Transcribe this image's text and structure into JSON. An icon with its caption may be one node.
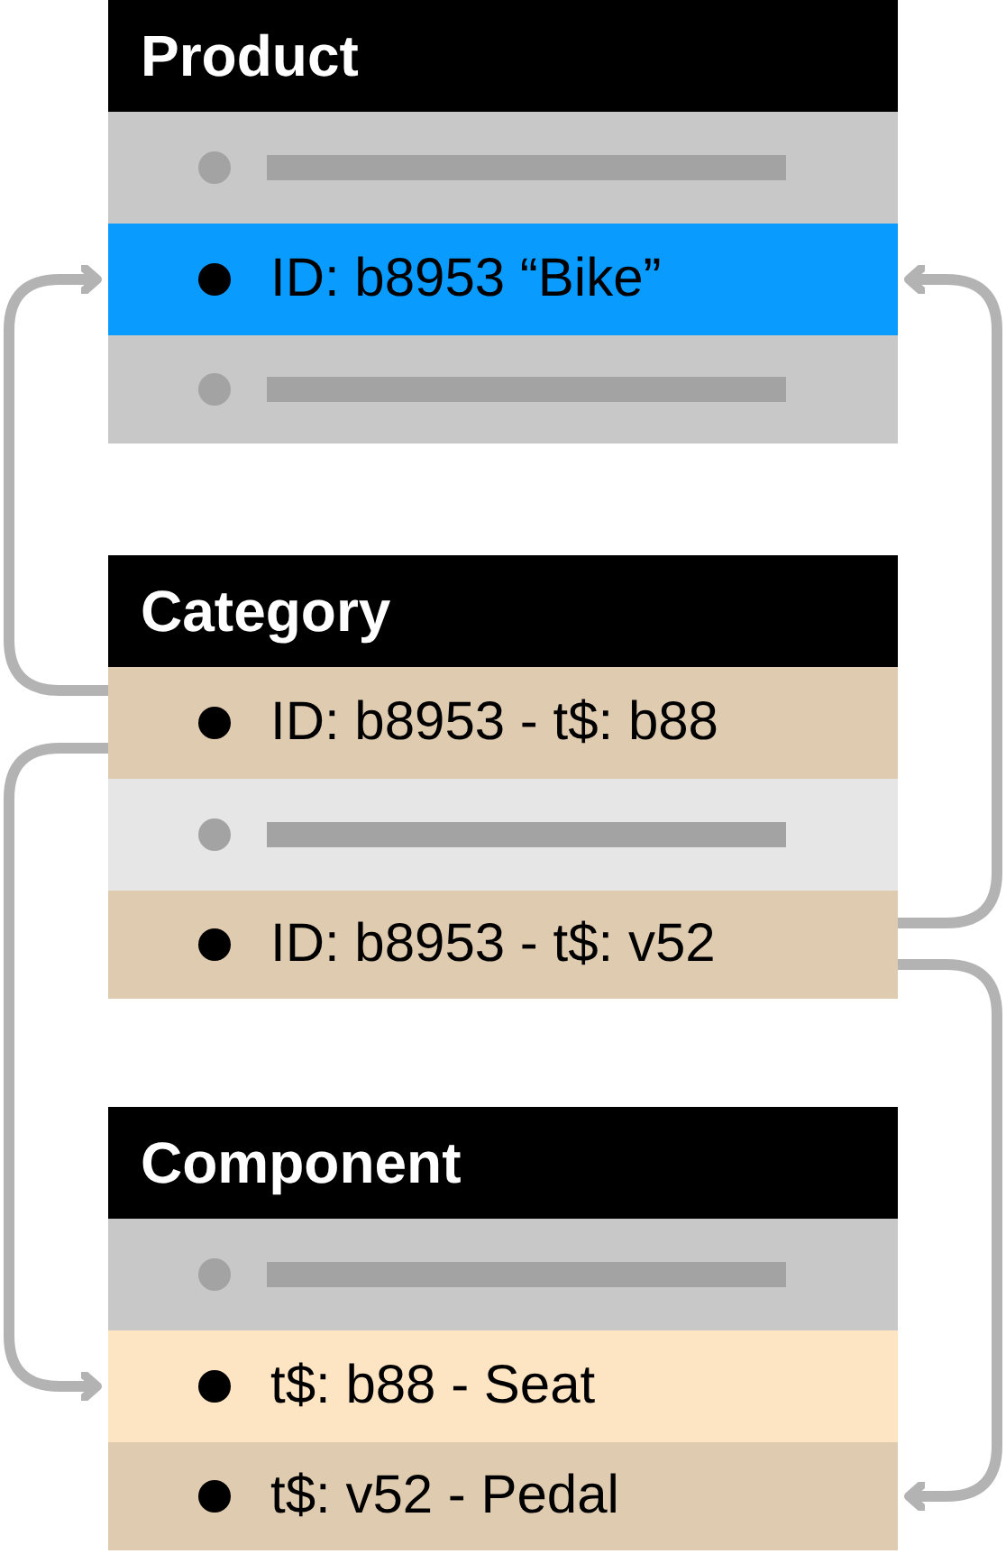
{
  "diagram": {
    "nodes": [
      {
        "text": [
          "Product"
        ]
      },
      {
        "text": [],
        "shape": "bar",
        "in": 0
      },
      {
        "text": [
          "ID: b8953 “Bike”"
        ],
        "in": 0
      },
      {
        "text": [],
        "shape": "bar",
        "in": 0
      },
      {
        "text": [
          "Category"
        ]
      },
      {
        "text": [
          "ID: b8953 - t$: b88"
        ],
        "in": 4
      },
      {
        "text": [],
        "shape": "bar",
        "in": 4
      },
      {
        "text": [
          "ID: b8953 - t$: v52"
        ],
        "in": 4
      },
      {
        "text": [
          "Component"
        ]
      },
      {
        "text": [],
        "shape": "bar",
        "in": 8
      },
      {
        "text": [
          "t$: b88 - Seat"
        ],
        "in": 8
      },
      {
        "text": [
          "t$: v52 - Pedal"
        ],
        "in": 8
      }
    ],
    "edges": [
      {
        "from": 5,
        "to": 2,
        "arrow": "to"
      },
      {
        "from": 7,
        "to": 2,
        "arrow": "to"
      },
      {
        "from": 5,
        "to": 10,
        "arrow": "to"
      },
      {
        "from": 7,
        "to": 11,
        "arrow": "to"
      }
    ]
  }
}
